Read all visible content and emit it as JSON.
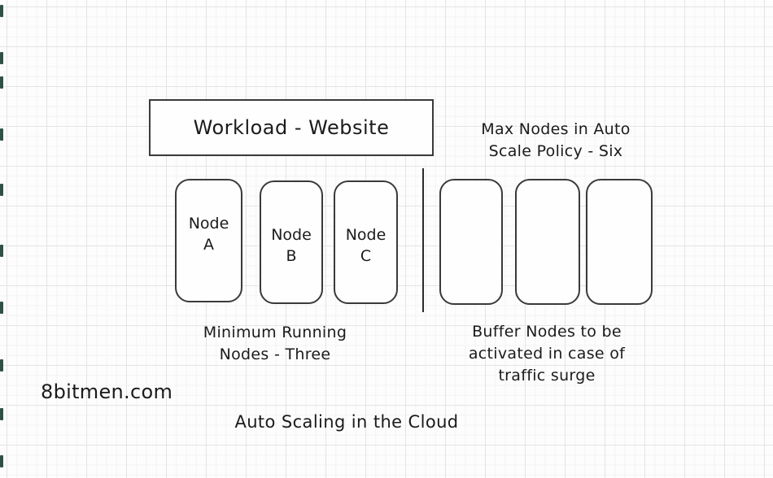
{
  "diagram": {
    "workload_label": "Workload - Website",
    "max_nodes_caption": "Max Nodes in Auto\nScale Policy - Six",
    "running_nodes": [
      {
        "name": "Node",
        "letter": "A"
      },
      {
        "name": "Node",
        "letter": "B"
      },
      {
        "name": "Node",
        "letter": "C"
      }
    ],
    "buffer_nodes_count": 3,
    "min_nodes_caption": "Minimum Running\nNodes - Three",
    "buffer_caption": "Buffer Nodes to be\nactivated in case of\ntraffic surge",
    "watermark": "8bitmen.com",
    "title": "Auto Scaling in the Cloud",
    "colors": {
      "ink": "#1b1b1b",
      "box_border": "#3a3a3a",
      "edge_mark": "#2d5146",
      "grid_minor": "#f3f3f3",
      "grid_major": "#e4e4e4",
      "canvas_bg": "#fdfdfd"
    }
  }
}
